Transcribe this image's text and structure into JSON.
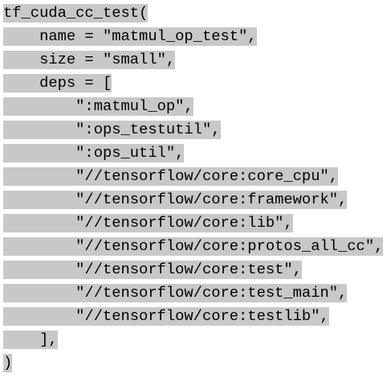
{
  "code": {
    "lines": [
      "tf_cuda_cc_test(",
      "    name = \"matmul_op_test\",",
      "    size = \"small\",",
      "    deps = [",
      "        \":matmul_op\",",
      "        \":ops_testutil\",",
      "        \":ops_util\",",
      "        \"//tensorflow/core:core_cpu\",",
      "        \"//tensorflow/core:framework\",",
      "        \"//tensorflow/core:lib\",",
      "        \"//tensorflow/core:protos_all_cc\",",
      "        \"//tensorflow/core:test\",",
      "        \"//tensorflow/core:test_main\",",
      "        \"//tensorflow/core:testlib\",",
      "    ],",
      ")"
    ],
    "highlight_color": "#c8c8c8"
  }
}
